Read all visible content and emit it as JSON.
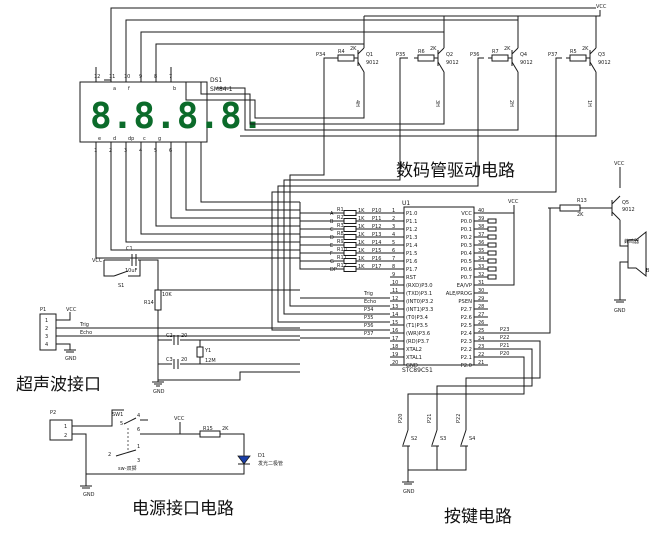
{
  "section_titles": {
    "display": "数码管驱动电路",
    "ultrasonic": "超声波接口",
    "power": "电源接口电路",
    "keys": "按键电路"
  },
  "display": {
    "ref": "DS1",
    "part": "SM84-1",
    "digits": "8.8.8.8.",
    "top_pins": [
      "12",
      "11",
      "10",
      "9",
      "8",
      "7"
    ],
    "bottom_pins": [
      "1",
      "2",
      "3",
      "4",
      "5",
      "6"
    ],
    "top_segs": [
      "",
      "a",
      "f",
      "",
      "",
      "b"
    ],
    "bottom_segs": [
      "e",
      "d",
      "dp",
      "c",
      "g",
      ""
    ]
  },
  "drivers": [
    {
      "q": "Q1",
      "type": "9012",
      "r": "R4",
      "val": "2K",
      "net": "P34",
      "digit": "4H"
    },
    {
      "q": "Q2",
      "type": "9012",
      "r": "R6",
      "val": "2K",
      "net": "P35",
      "digit": "3H"
    },
    {
      "q": "Q4",
      "type": "9012",
      "r": "R7",
      "val": "2K",
      "net": "P36",
      "digit": "2H"
    },
    {
      "q": "Q3",
      "type": "9012",
      "r": "R5",
      "val": "2K",
      "net": "P37",
      "digit": "1H"
    }
  ],
  "vcc": "VCC",
  "gnd": "GND",
  "mcu": {
    "ref": "U1",
    "part": "STC89C51",
    "left_pins": [
      {
        "n": "1",
        "name": "P1.0"
      },
      {
        "n": "2",
        "name": "P1.1"
      },
      {
        "n": "3",
        "name": "P1.2"
      },
      {
        "n": "4",
        "name": "P1.3"
      },
      {
        "n": "5",
        "name": "P1.4"
      },
      {
        "n": "6",
        "name": "P1.5"
      },
      {
        "n": "7",
        "name": "P1.6"
      },
      {
        "n": "8",
        "name": "P1.7"
      },
      {
        "n": "9",
        "name": "RST"
      },
      {
        "n": "10",
        "name": "(RXD)P3.0"
      },
      {
        "n": "11",
        "name": "(TXD)P3.1"
      },
      {
        "n": "12",
        "name": "(INT0)P3.2"
      },
      {
        "n": "13",
        "name": "(INT1)P3.3"
      },
      {
        "n": "14",
        "name": "(T0)P3.4"
      },
      {
        "n": "15",
        "name": "(T1)P3.5"
      },
      {
        "n": "16",
        "name": "(WR)P3.6"
      },
      {
        "n": "17",
        "name": "(RD)P3.7"
      },
      {
        "n": "18",
        "name": "XTAL2"
      },
      {
        "n": "19",
        "name": "XTAL1"
      },
      {
        "n": "20",
        "name": "GND"
      }
    ],
    "right_pins": [
      {
        "n": "40",
        "name": "VCC"
      },
      {
        "n": "39",
        "name": "P0.0"
      },
      {
        "n": "38",
        "name": "P0.1"
      },
      {
        "n": "37",
        "name": "P0.2"
      },
      {
        "n": "36",
        "name": "P0.3"
      },
      {
        "n": "35",
        "name": "P0.4"
      },
      {
        "n": "34",
        "name": "P0.5"
      },
      {
        "n": "33",
        "name": "P0.6"
      },
      {
        "n": "32",
        "name": "P0.7"
      },
      {
        "n": "31",
        "name": "EA/VP"
      },
      {
        "n": "30",
        "name": "ALE/PROG"
      },
      {
        "n": "29",
        "name": "PSEN"
      },
      {
        "n": "28",
        "name": "P2.7"
      },
      {
        "n": "27",
        "name": "P2.6"
      },
      {
        "n": "26",
        "name": "P2.5"
      },
      {
        "n": "25",
        "name": "P2.4"
      },
      {
        "n": "24",
        "name": "P2.3"
      },
      {
        "n": "23",
        "name": "P2.2"
      },
      {
        "n": "22",
        "name": "P2.1"
      },
      {
        "n": "21",
        "name": "P2.0"
      }
    ],
    "left_nets": [
      "P10",
      "P11",
      "P12",
      "P13",
      "P14",
      "P15",
      "P16",
      "P17"
    ],
    "right_nets": [
      "P23",
      "P22",
      "P21",
      "P20"
    ],
    "p3_nets": [
      "Trig",
      "Echo",
      "P34",
      "P35",
      "P36",
      "P37"
    ]
  },
  "seg_resistors": [
    {
      "seg": "A",
      "r": "R1",
      "val": "1K"
    },
    {
      "seg": "B",
      "r": "R2",
      "val": "1K"
    },
    {
      "seg": "C",
      "r": "R3",
      "val": "1K"
    },
    {
      "seg": "D",
      "r": "R8",
      "val": "1K"
    },
    {
      "seg": "E",
      "r": "R9",
      "val": "1K"
    },
    {
      "seg": "F",
      "r": "R10",
      "val": "1K"
    },
    {
      "seg": "G",
      "r": "R11",
      "val": "1K"
    },
    {
      "seg": "DP",
      "r": "R12",
      "val": "1K"
    }
  ],
  "reset": {
    "c": "C1",
    "c_val": "10uF",
    "s": "S1",
    "r": "R14",
    "r_val": "10K"
  },
  "crystal": {
    "c2": "C2",
    "c3": "C3",
    "c_val": "20",
    "y": "Y1",
    "y_val": "12M"
  },
  "ultrasonic": {
    "ref": "P1",
    "pins": [
      "1",
      "2",
      "3",
      "4"
    ],
    "trig": "Trig",
    "echo": "Echo"
  },
  "buzzer": {
    "r": "R13",
    "r_val": "2K",
    "q": "Q5",
    "q_type": "9012",
    "label": "蜂鸣器",
    "ref": "B"
  },
  "power": {
    "ref": "P2",
    "pins": [
      "1",
      "2"
    ],
    "sw": "SW1",
    "sw_pins": [
      "1",
      "2",
      "3",
      "4",
      "5",
      "6"
    ],
    "sw_label": "sw-双掷",
    "r": "R15",
    "r_val": "2K",
    "led": "D1",
    "led_label": "发光二极管"
  },
  "keys": [
    {
      "net": "P20",
      "s": "S2"
    },
    {
      "net": "P21",
      "s": "S3"
    },
    {
      "net": "P22",
      "s": "S4"
    }
  ]
}
